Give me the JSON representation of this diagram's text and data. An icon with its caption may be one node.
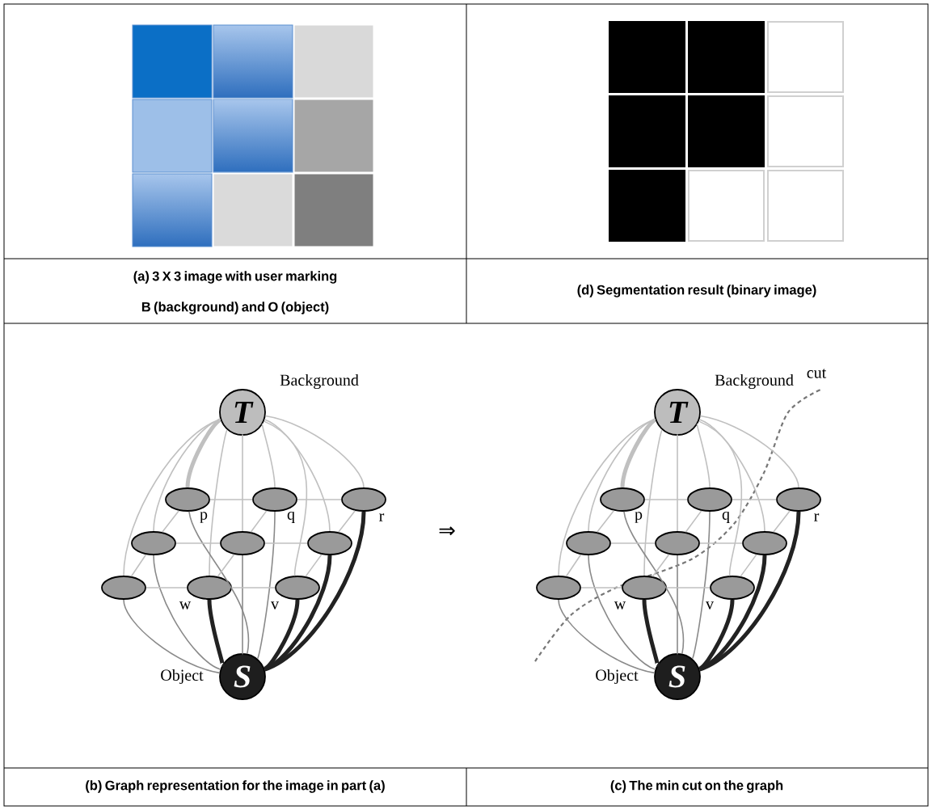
{
  "diagram": {
    "nodes": [
      {
        "text": [
          "T"
        ],
        "beside": [
          "Background"
        ]
      },
      {
        "text": [],
        "shape": "ellipse",
        "beside": [
          "p"
        ]
      },
      {
        "text": [],
        "shape": "ellipse",
        "beside": [
          "q"
        ]
      },
      {
        "text": [],
        "shape": "ellipse",
        "beside": [
          "r"
        ]
      },
      {
        "text": [],
        "shape": "ellipse"
      },
      {
        "text": [],
        "shape": "ellipse"
      },
      {
        "text": [],
        "shape": "ellipse"
      },
      {
        "text": [],
        "shape": "ellipse"
      },
      {
        "text": [],
        "shape": "ellipse",
        "beside": [
          "w"
        ]
      },
      {
        "text": [],
        "shape": "ellipse",
        "beside": [
          "v"
        ]
      },
      {
        "text": [
          "S"
        ],
        "beside": [
          "Object"
        ]
      },
      {
        "text": [
          "T"
        ],
        "beside": [
          "Background"
        ]
      },
      {
        "text": [],
        "shape": "ellipse",
        "beside": [
          "p"
        ]
      },
      {
        "text": [],
        "shape": "ellipse",
        "beside": [
          "q"
        ]
      },
      {
        "text": [],
        "shape": "ellipse",
        "beside": [
          "r"
        ]
      },
      {
        "text": [],
        "shape": "ellipse"
      },
      {
        "text": [],
        "shape": "ellipse"
      },
      {
        "text": [],
        "shape": "ellipse"
      },
      {
        "text": [],
        "shape": "ellipse"
      },
      {
        "text": [],
        "shape": "ellipse",
        "beside": [
          "w"
        ]
      },
      {
        "text": [],
        "shape": "ellipse",
        "beside": [
          "v"
        ]
      },
      {
        "text": [
          "S"
        ],
        "beside": [
          "Object"
        ]
      }
    ],
    "edges": [
      {
        "from": 0,
        "to": 1,
        "arrow": "none",
        "style": "thick"
      },
      {
        "from": 0,
        "to": 2,
        "arrow": "none"
      },
      {
        "from": 0,
        "to": 3,
        "arrow": "none"
      },
      {
        "from": 0,
        "to": 4,
        "arrow": "none"
      },
      {
        "from": 0,
        "to": 5,
        "arrow": "none"
      },
      {
        "from": 0,
        "to": 6,
        "arrow": "none"
      },
      {
        "from": 0,
        "to": 7,
        "arrow": "none"
      },
      {
        "from": 0,
        "to": 8,
        "arrow": "none"
      },
      {
        "from": 0,
        "to": 9,
        "arrow": "none"
      },
      {
        "from": 10,
        "to": 1,
        "arrow": "none",
        "color": "#8a8a8a"
      },
      {
        "from": 10,
        "to": 2,
        "arrow": "none",
        "color": "#8a8a8a"
      },
      {
        "from": 10,
        "to": 3,
        "arrow": "none",
        "style": "thick",
        "color": "#222222"
      },
      {
        "from": 10,
        "to": 4,
        "arrow": "none",
        "color": "#8a8a8a"
      },
      {
        "from": 10,
        "to": 5,
        "arrow": "none",
        "color": "#8a8a8a"
      },
      {
        "from": 10,
        "to": 6,
        "arrow": "none",
        "style": "thick",
        "color": "#222222"
      },
      {
        "from": 10,
        "to": 7,
        "arrow": "none",
        "color": "#8a8a8a"
      },
      {
        "from": 10,
        "to": 8,
        "arrow": "none",
        "style": "thick",
        "color": "#222222"
      },
      {
        "from": 10,
        "to": 9,
        "arrow": "none",
        "style": "thick",
        "color": "#222222"
      },
      {
        "from": 1,
        "to": 2,
        "arrow": "none"
      },
      {
        "from": 2,
        "to": 3,
        "arrow": "none"
      },
      {
        "from": 4,
        "to": 5,
        "arrow": "none"
      },
      {
        "from": 5,
        "to": 6,
        "arrow": "none"
      },
      {
        "from": 7,
        "to": 8,
        "arrow": "none"
      },
      {
        "from": 8,
        "to": 9,
        "arrow": "none"
      },
      {
        "from": 1,
        "to": 4,
        "arrow": "none"
      },
      {
        "from": 4,
        "to": 7,
        "arrow": "none"
      },
      {
        "from": 2,
        "to": 5,
        "arrow": "none"
      },
      {
        "from": 5,
        "to": 8,
        "arrow": "none"
      },
      {
        "from": 3,
        "to": 6,
        "arrow": "none"
      },
      {
        "from": 6,
        "to": 9,
        "arrow": "none"
      },
      {
        "from": 11,
        "to": 12,
        "arrow": "none",
        "style": "thick"
      },
      {
        "from": 11,
        "to": 13,
        "arrow": "none"
      },
      {
        "from": 11,
        "to": 14,
        "arrow": "none"
      },
      {
        "from": 11,
        "to": 15,
        "arrow": "none"
      },
      {
        "from": 11,
        "to": 16,
        "arrow": "none"
      },
      {
        "from": 11,
        "to": 17,
        "arrow": "none"
      },
      {
        "from": 11,
        "to": 18,
        "arrow": "none"
      },
      {
        "from": 11,
        "to": 19,
        "arrow": "none"
      },
      {
        "from": 11,
        "to": 20,
        "arrow": "none"
      },
      {
        "from": 21,
        "to": 12,
        "arrow": "none",
        "color": "#8a8a8a"
      },
      {
        "from": 21,
        "to": 13,
        "arrow": "none",
        "color": "#8a8a8a"
      },
      {
        "from": 21,
        "to": 14,
        "arrow": "none",
        "style": "thick",
        "color": "#222222"
      },
      {
        "from": 21,
        "to": 15,
        "arrow": "none",
        "color": "#8a8a8a"
      },
      {
        "from": 21,
        "to": 16,
        "arrow": "none",
        "color": "#8a8a8a"
      },
      {
        "from": 21,
        "to": 17,
        "arrow": "none",
        "style": "thick",
        "color": "#222222"
      },
      {
        "from": 21,
        "to": 18,
        "arrow": "none",
        "color": "#8a8a8a"
      },
      {
        "from": 21,
        "to": 19,
        "arrow": "none",
        "style": "thick",
        "color": "#222222"
      },
      {
        "from": 21,
        "to": 20,
        "arrow": "none",
        "style": "thick",
        "color": "#222222"
      },
      {
        "from": 12,
        "to": 13,
        "arrow": "none"
      },
      {
        "from": 13,
        "to": 14,
        "arrow": "none"
      },
      {
        "from": 15,
        "to": 16,
        "arrow": "none"
      },
      {
        "from": 16,
        "to": 17,
        "arrow": "none"
      },
      {
        "from": 18,
        "to": 19,
        "arrow": "none"
      },
      {
        "from": 19,
        "to": 20,
        "arrow": "none"
      },
      {
        "from": 12,
        "to": 15,
        "arrow": "none"
      },
      {
        "from": 15,
        "to": 18,
        "arrow": "none"
      },
      {
        "from": 13,
        "to": 16,
        "arrow": "none"
      },
      {
        "from": 16,
        "to": 19,
        "arrow": "none"
      },
      {
        "from": 14,
        "to": 17,
        "arrow": "none"
      },
      {
        "from": 17,
        "to": 20,
        "arrow": "none"
      }
    ],
    "labels": [
      "(a) 3 X 3 image with user marking B (background) and O (object)",
      "(d) Segmentation result (binary image)",
      "⇒",
      "cut",
      "(b) Graph representation for the image in part (a)",
      "(c) The min cut on the graph"
    ]
  }
}
